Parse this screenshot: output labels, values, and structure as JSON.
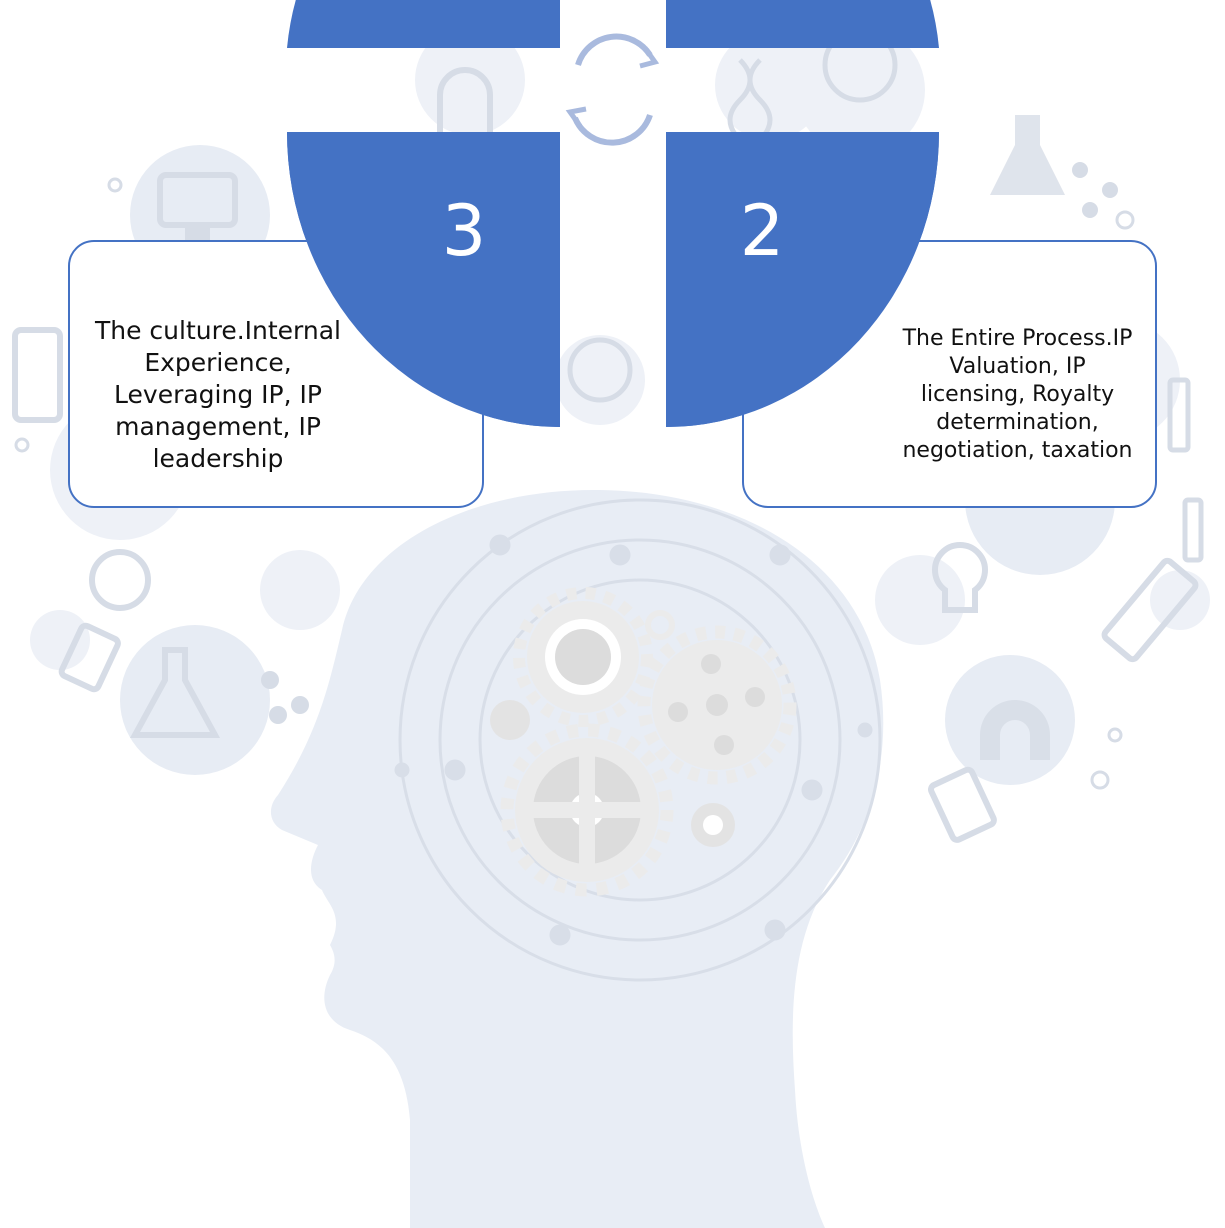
{
  "diagram": {
    "quadrants": [
      {
        "number": "3",
        "description": "The culture.Internal Experience, Leveraging IP, IP management, IP leadership"
      },
      {
        "number": "2",
        "description": "The Entire Process.IP Valuation, IP licensing, Royalty determination, negotiation, taxation"
      }
    ],
    "colors": {
      "quadrant_fill": "#4472c4",
      "callout_border": "#4472c4",
      "background_illustration": "#e8edf5",
      "background_icons": "#dfe5ee",
      "gears": "#ebebeb",
      "cycle_arrows": "#a9bade"
    },
    "icons": [
      "head-silhouette-icon",
      "gears-icon",
      "cycle-arrows-icon",
      "science-icons-cloud"
    ]
  }
}
